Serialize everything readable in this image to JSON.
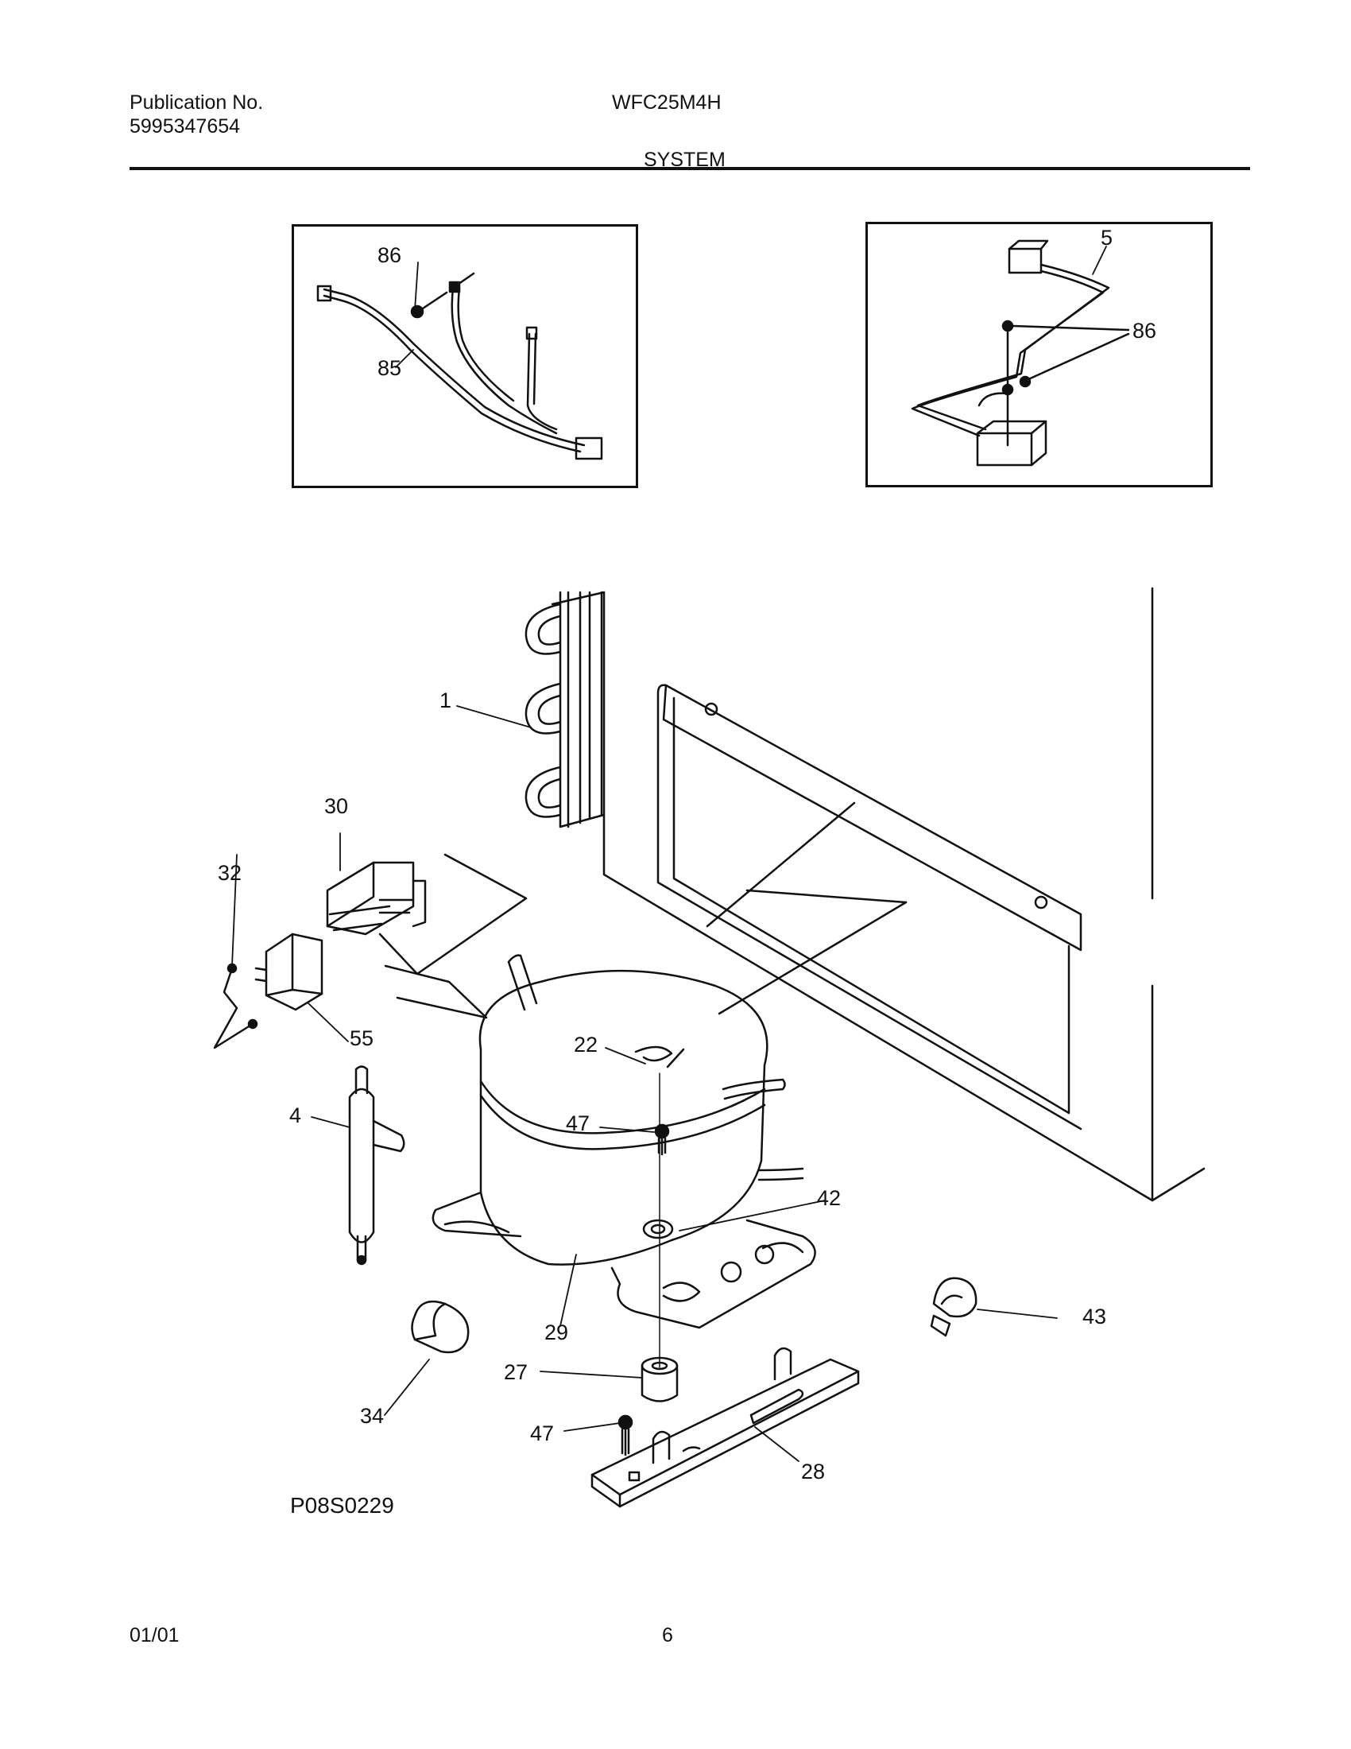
{
  "header": {
    "publication_label": "Publication No.",
    "publication_number": "5995347654",
    "model": "WFC25M4H",
    "section": "SYSTEM"
  },
  "inset_left": {
    "callouts": [
      "86",
      "85"
    ]
  },
  "inset_right": {
    "callouts": [
      "5",
      "86"
    ]
  },
  "main": {
    "callouts": [
      "1",
      "30",
      "32",
      "55",
      "4",
      "22",
      "47",
      "42",
      "29",
      "43",
      "34",
      "27",
      "47",
      "28"
    ],
    "figure_code": "P08S0229"
  },
  "footer": {
    "date": "01/01",
    "page": "6"
  }
}
